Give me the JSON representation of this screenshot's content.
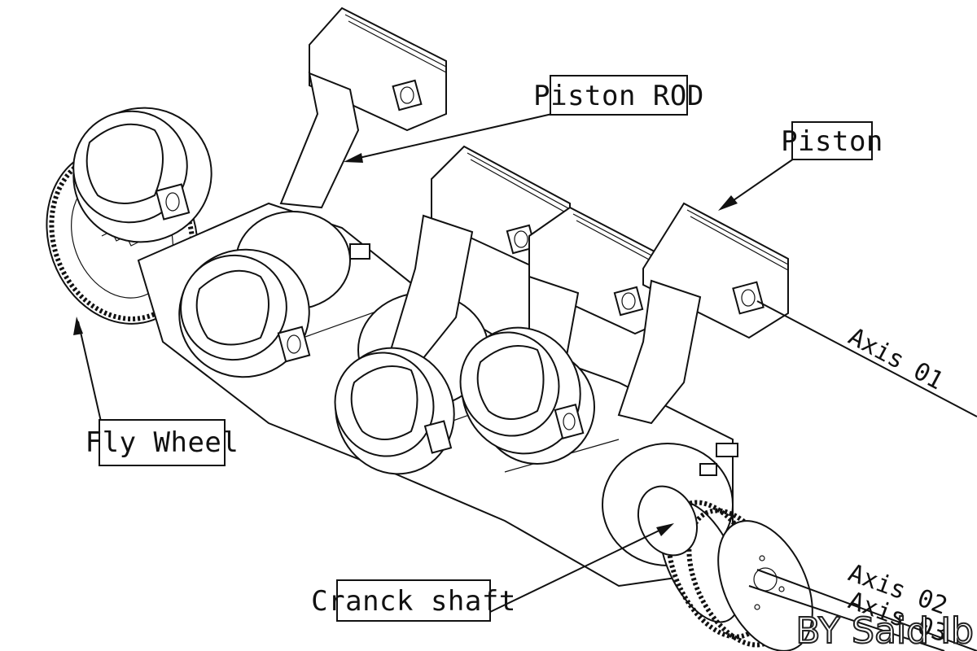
{
  "labels": {
    "piston_rod": "Piston ROD",
    "piston": "Piston",
    "fly_wheel": "Fly Wheel",
    "crank_shaft": "Cranck shaft",
    "axis_01": "Axis 01",
    "axis_02": "Axis 02",
    "axis_03": "Axis 03"
  },
  "watermark": "BY Said Ib",
  "colors": {
    "line": "#111111",
    "background": "#ffffff"
  }
}
